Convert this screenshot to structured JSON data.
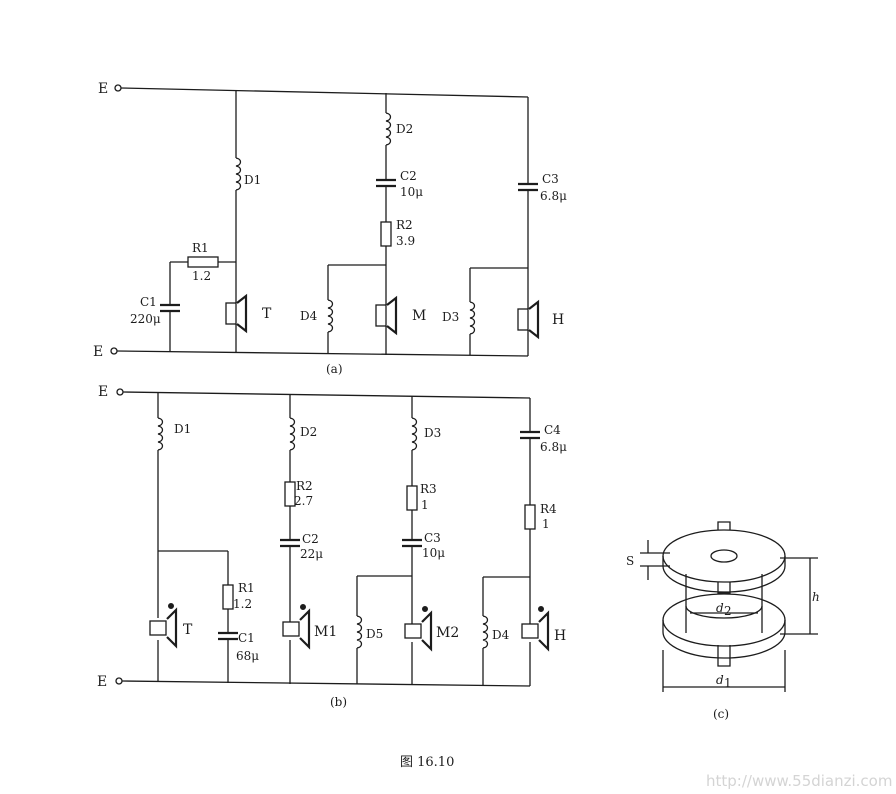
{
  "labels": {
    "E": "E",
    "a": {
      "D1": "D1",
      "D2": "D2",
      "D3": "D3",
      "D4": "D4",
      "R1": "R1",
      "R1v": "1.2",
      "R2": "R2",
      "R2v": "3.9",
      "C1": "C1",
      "C1v": "220μ",
      "C2": "C2",
      "C2v": "10μ",
      "C3": "C3",
      "C3v": "6.8μ",
      "T": "T",
      "M": "M",
      "H": "H",
      "tag": "(a)"
    },
    "b": {
      "D1": "D1",
      "D2": "D2",
      "D3": "D3",
      "D4": "D4",
      "D5": "D5",
      "R1": "R1",
      "R1v": "1.2",
      "R2": "R2",
      "R2v": "2.7",
      "R3": "R3",
      "R3v": "1",
      "R4": "R4",
      "R4v": "1",
      "C1": "C1",
      "C1v": "68μ",
      "C2": "C2",
      "C2v": "22μ",
      "C3": "C3",
      "C3v": "10μ",
      "C4": "C4",
      "C4v": "6.8μ",
      "T": "T",
      "M1": "M1",
      "M2": "M2",
      "H": "H",
      "tag": "(b)"
    },
    "c": {
      "S": "S",
      "h": "h",
      "d2": "d",
      "d2sub": "2",
      "d1": "d",
      "d1sub": "1",
      "tag": "(c)"
    }
  },
  "caption": "图 16.10",
  "watermark": "http://www.55dianzi.com"
}
